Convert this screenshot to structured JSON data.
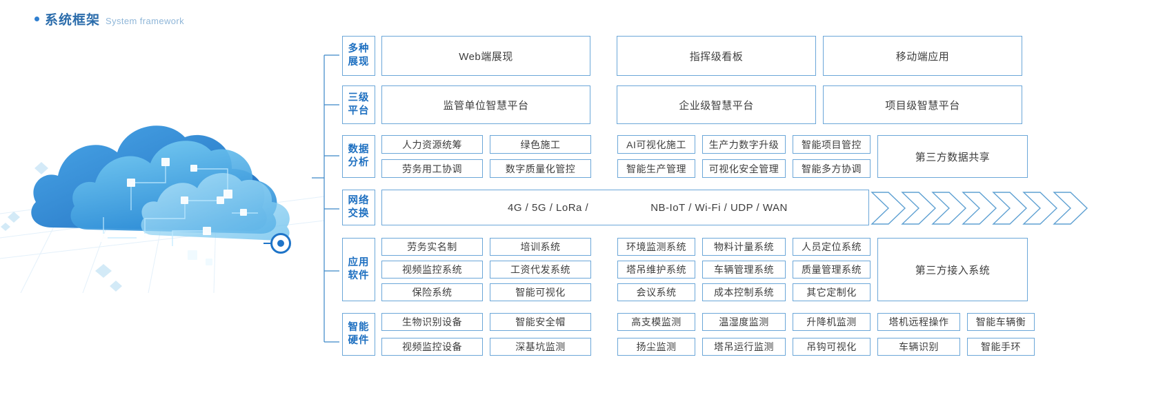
{
  "header": {
    "title_cn": "系统框架",
    "title_en": "System framework",
    "accent_color": "#2b6cab"
  },
  "artwork": {
    "name": "cloud-network-illustration",
    "hub_label": "network-hub-node"
  },
  "theme": {
    "border_color": "#6aa6d8",
    "label_color": "#1d6fc0",
    "text_color": "#3d3d3d"
  },
  "rows": [
    {
      "id": "presentation",
      "category": [
        "多种",
        "展现"
      ],
      "items": [
        "Web端展现",
        "指挥级看板",
        "移动端应用"
      ]
    },
    {
      "id": "platform",
      "category": [
        "三级",
        "平台"
      ],
      "items": [
        "监管单位智慧平台",
        "企业级智慧平台",
        "项目级智慧平台"
      ]
    },
    {
      "id": "data-analysis",
      "category": [
        "数据",
        "分析"
      ],
      "left": [
        [
          "人力资源统筹",
          "绿色施工"
        ],
        [
          "劳务用工协调",
          "数字质量化管控"
        ]
      ],
      "right": [
        [
          "AI可视化施工",
          "生产力数字升级",
          "智能项目管控"
        ],
        [
          "智能生产管理",
          "可视化安全管理",
          "智能多方协调"
        ]
      ],
      "side_box": "第三方数据共享"
    },
    {
      "id": "network",
      "category": [
        "网络",
        "交换"
      ],
      "text_left": "4G / 5G / LoRa /",
      "text_right": "NB-IoT / Wi-Fi / UDP / WAN",
      "chevron_count": 7
    },
    {
      "id": "application-software",
      "category": [
        "应用",
        "软件"
      ],
      "left": [
        [
          "劳务实名制",
          "培训系统"
        ],
        [
          "视频监控系统",
          "工资代发系统"
        ],
        [
          "保险系统",
          "智能可视化"
        ]
      ],
      "right": [
        [
          "环境监测系统",
          "物料计量系统",
          "人员定位系统"
        ],
        [
          "塔吊维护系统",
          "车辆管理系统",
          "质量管理系统"
        ],
        [
          "会议系统",
          "成本控制系统",
          "其它定制化"
        ]
      ],
      "side_box": "第三方接入系统"
    },
    {
      "id": "smart-hardware",
      "category": [
        "智能",
        "硬件"
      ],
      "left": [
        [
          "生物识别设备",
          "智能安全帽"
        ],
        [
          "视频监控设备",
          "深基坑监测"
        ]
      ],
      "right": [
        [
          "高支模监测",
          "温湿度监测",
          "升降机监测"
        ],
        [
          "扬尘监测",
          "塔吊运行监测",
          "吊钩可视化"
        ]
      ],
      "far": [
        [
          "塔机远程操作",
          "智能车辆衡"
        ],
        [
          "车辆识别",
          "智能手环"
        ]
      ]
    }
  ]
}
